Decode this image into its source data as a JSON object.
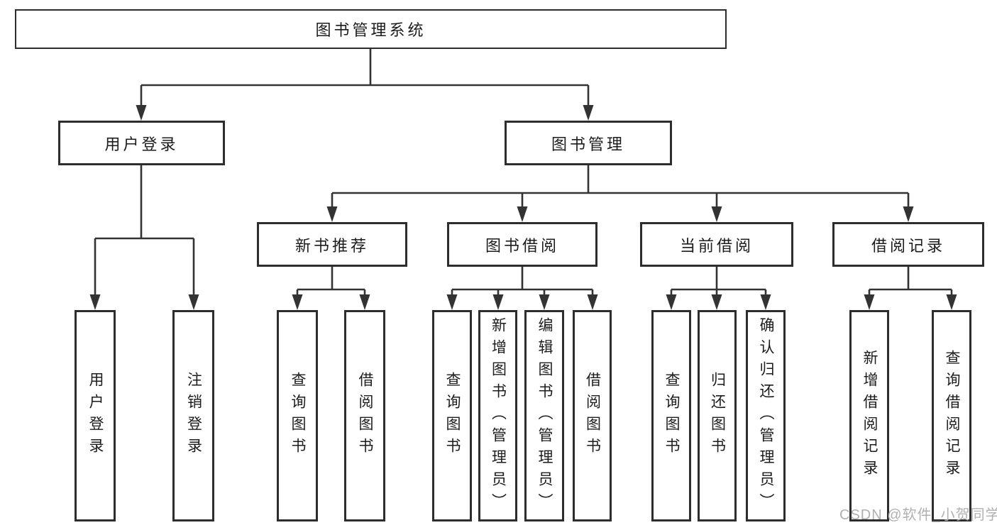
{
  "diagram": {
    "type": "tree",
    "root": {
      "label": "图书管理系统"
    },
    "branches": [
      {
        "label": "用户登录",
        "children": [
          {
            "label": "用户登录"
          },
          {
            "label": "注销登录"
          }
        ]
      },
      {
        "label": "图书管理",
        "children": [
          {
            "label": "新书推荐",
            "children": [
              {
                "label": "查询图书"
              },
              {
                "label": "借阅图书"
              }
            ]
          },
          {
            "label": "图书借阅",
            "children": [
              {
                "label": "查询图书"
              },
              {
                "label": "新增图书（管理员）"
              },
              {
                "label": "编辑图书（管理员）"
              },
              {
                "label": "借阅图书"
              }
            ]
          },
          {
            "label": "当前借阅",
            "children": [
              {
                "label": "查询图书"
              },
              {
                "label": "归还图书"
              },
              {
                "label": "确认归还（管理员）"
              }
            ]
          },
          {
            "label": "借阅记录",
            "children": [
              {
                "label": "新增借阅记录"
              },
              {
                "label": "查询借阅记录"
              }
            ]
          }
        ]
      }
    ]
  },
  "watermark": {
    "text": "CSDN @软件_小贺同学"
  },
  "colors": {
    "line": "#333333",
    "border": "#2d2d2d",
    "text": "#1c1c1c",
    "watermark": "#b0b0b0",
    "background": "#ffffff"
  }
}
